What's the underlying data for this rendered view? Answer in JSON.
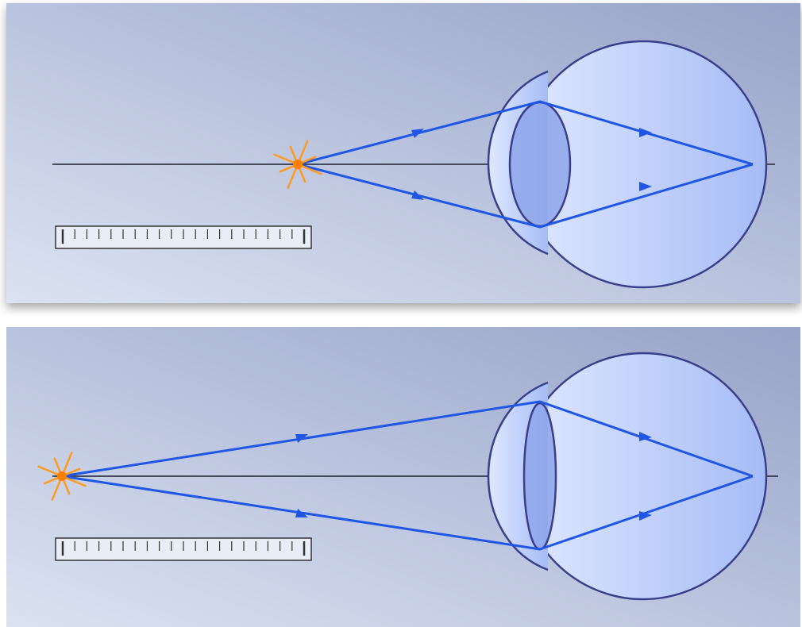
{
  "colors": {
    "panel_gradient_light": "#dbe3f1",
    "panel_gradient_dark": "#97a3c9",
    "ray": "#1f56e6",
    "axis": "#444a5c",
    "eye_fill_light": "#dfe8ff",
    "eye_fill_dark": "#a6bcf6",
    "eye_outline": "#3a3f8c",
    "lens_fill": "#8ea6ea",
    "source_orange": "#ff9a1f",
    "source_core": "#ff7d00",
    "ruler_stroke": "#333333"
  },
  "panels": [
    {
      "id": "near-object",
      "source": "star-icon",
      "lens_shape": "thick"
    },
    {
      "id": "far-object",
      "source": "star-icon",
      "lens_shape": "thin"
    }
  ],
  "ruler": {
    "tick_count": 20
  }
}
